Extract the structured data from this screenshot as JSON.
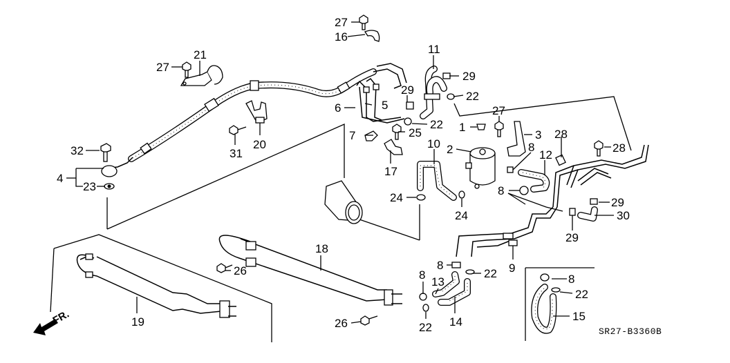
{
  "diagram": {
    "title": "Power steering hoses / pipes exploded parts diagram",
    "drawing_code": "SR27-B3360B",
    "direction_indicator": "FR.",
    "callouts": [
      {
        "id": "c27a",
        "text": "27"
      },
      {
        "id": "c16",
        "text": "16"
      },
      {
        "id": "c11",
        "text": "11"
      },
      {
        "id": "c29a",
        "text": "29"
      },
      {
        "id": "c22a",
        "text": "22"
      },
      {
        "id": "c27b",
        "text": "27"
      },
      {
        "id": "c21",
        "text": "21"
      },
      {
        "id": "c6",
        "text": "6"
      },
      {
        "id": "c5",
        "text": "5"
      },
      {
        "id": "c29b",
        "text": "29"
      },
      {
        "id": "c22b",
        "text": "22"
      },
      {
        "id": "c1",
        "text": "1"
      },
      {
        "id": "c27c",
        "text": "27"
      },
      {
        "id": "c3",
        "text": "3"
      },
      {
        "id": "c28a",
        "text": "28"
      },
      {
        "id": "c28b",
        "text": "28"
      },
      {
        "id": "c7",
        "text": "7"
      },
      {
        "id": "c25",
        "text": "25"
      },
      {
        "id": "c10",
        "text": "10"
      },
      {
        "id": "c2",
        "text": "2"
      },
      {
        "id": "c8a",
        "text": "8"
      },
      {
        "id": "c12",
        "text": "12"
      },
      {
        "id": "c32",
        "text": "32"
      },
      {
        "id": "c31",
        "text": "31"
      },
      {
        "id": "c20",
        "text": "20"
      },
      {
        "id": "c17",
        "text": "17"
      },
      {
        "id": "c4",
        "text": "4"
      },
      {
        "id": "c23",
        "text": "23"
      },
      {
        "id": "c24a",
        "text": "24"
      },
      {
        "id": "c24b",
        "text": "24"
      },
      {
        "id": "c8b",
        "text": "8"
      },
      {
        "id": "c29c",
        "text": "29"
      },
      {
        "id": "c30",
        "text": "30"
      },
      {
        "id": "c29d",
        "text": "29"
      },
      {
        "id": "c18",
        "text": "18"
      },
      {
        "id": "c9",
        "text": "9"
      },
      {
        "id": "c26a",
        "text": "26"
      },
      {
        "id": "c8c",
        "text": "8"
      },
      {
        "id": "c22c",
        "text": "22"
      },
      {
        "id": "c8d",
        "text": "8"
      },
      {
        "id": "c13",
        "text": "13"
      },
      {
        "id": "c8e",
        "text": "8"
      },
      {
        "id": "c22d",
        "text": "22"
      },
      {
        "id": "c19",
        "text": "19"
      },
      {
        "id": "c15",
        "text": "15"
      },
      {
        "id": "c26b",
        "text": "26"
      },
      {
        "id": "c22e",
        "text": "22"
      },
      {
        "id": "c14",
        "text": "14"
      }
    ]
  }
}
